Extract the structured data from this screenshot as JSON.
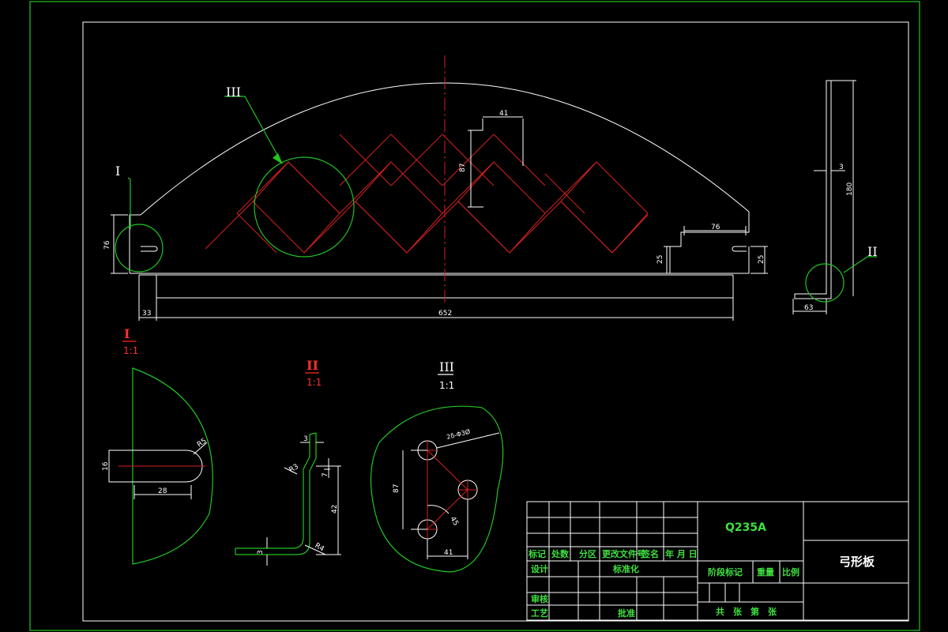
{
  "part_name": "弓形板",
  "material": "Q235A",
  "main_view": {
    "label_I": "I",
    "label_II": "II",
    "label_III": "III",
    "dims": {
      "w41": "41",
      "h87": "87",
      "w76": "76",
      "h76": "76",
      "h25a": "25",
      "h25b": "25",
      "w33": "33",
      "w652": "652"
    }
  },
  "side_view": {
    "t3": "3",
    "h180": "180",
    "w63": "63"
  },
  "detail_I": {
    "label": "I",
    "scale": "1:1",
    "r5": "R5",
    "d16": "16",
    "d28": "28"
  },
  "detail_II": {
    "label": "II",
    "scale": "1:1",
    "t3": "3",
    "r3": "R3",
    "d7": "7",
    "d42": "42",
    "r4": "R4",
    "d3": "3"
  },
  "detail_III": {
    "label": "III",
    "scale": "1:1",
    "holes": "2δ-Φ3Ø",
    "d87": "87",
    "d41": "41",
    "a45": "45"
  },
  "title_block": {
    "row_labels": [
      "标记",
      "处数",
      "分区",
      "更改文件号",
      "签名",
      "年 月 日"
    ],
    "design": "设计",
    "standard": "标准化",
    "review": "审核",
    "process": "工艺",
    "approve": "批准",
    "stage_mark": "阶段标记",
    "weight": "重量",
    "ratio": "比例",
    "sheets": "共　张　第　张"
  }
}
